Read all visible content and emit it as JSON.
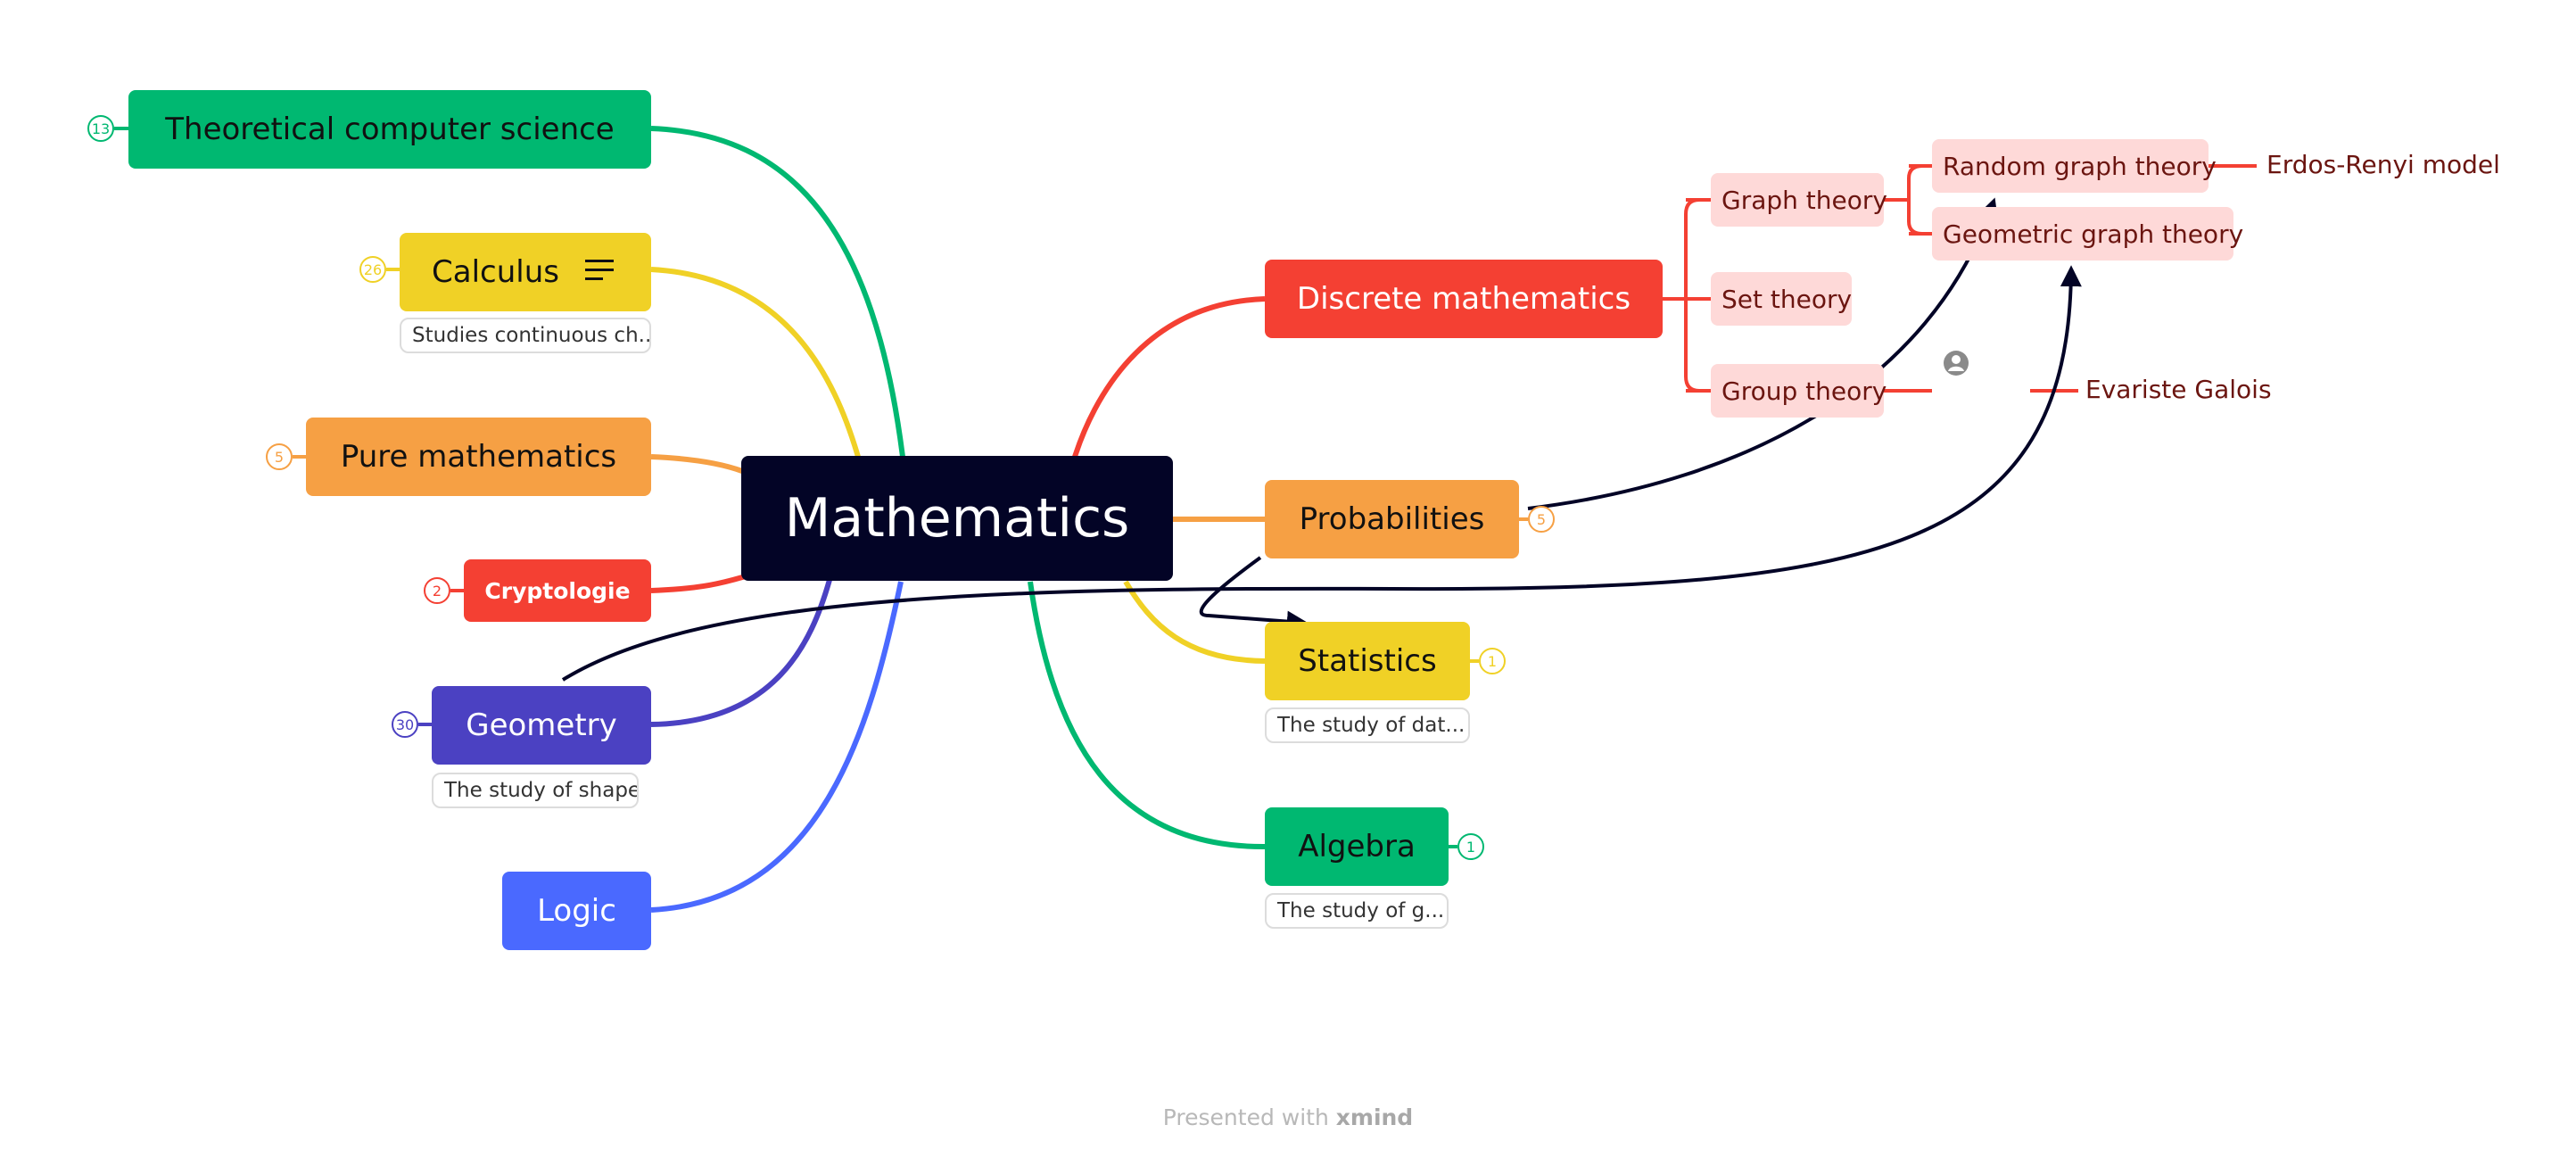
{
  "central": {
    "label": "Mathematics"
  },
  "branches": {
    "tcs": {
      "label": "Theoretical computer science",
      "badge": "13"
    },
    "calculus": {
      "label": "Calculus",
      "badge": "26",
      "note": "Studies continuous ch..."
    },
    "pure": {
      "label": "Pure mathematics",
      "badge": "5"
    },
    "crypto": {
      "label": "Cryptologie",
      "badge": "2"
    },
    "geometry": {
      "label": "Geometry",
      "badge": "30",
      "note": "The study of shape"
    },
    "logic": {
      "label": "Logic"
    },
    "discrete": {
      "label": "Discrete mathematics",
      "children": {
        "graph": {
          "label": "Graph theory"
        },
        "set": {
          "label": "Set theory"
        },
        "group": {
          "label": "Group theory"
        },
        "random_graph": {
          "label": "Random graph theory"
        },
        "geometric_graph": {
          "label": "Geometric graph theory"
        },
        "erdos": {
          "label": "Erdos-Renyi model"
        },
        "galois": {
          "label": "Evariste Galois"
        }
      }
    },
    "probabilities": {
      "label": "Probabilities",
      "badge": "5"
    },
    "statistics": {
      "label": "Statistics",
      "badge": "1",
      "note": "The study of dat..."
    },
    "algebra": {
      "label": "Algebra",
      "badge": "1",
      "note": "The study of g..."
    }
  },
  "colors": {
    "central": "#030426",
    "green": "#00b871",
    "yellow": "#f0d126",
    "orange": "#f6a044",
    "red": "#f44033",
    "indigo": "#4b41c2",
    "blue": "#4a69ff",
    "subtopic": "#fed9d8"
  },
  "icons": {
    "calculus_note": "menu-lines-icon",
    "group_theory": "person-icon"
  },
  "footer": {
    "prefix": "Presented with",
    "brand": "xmind"
  }
}
